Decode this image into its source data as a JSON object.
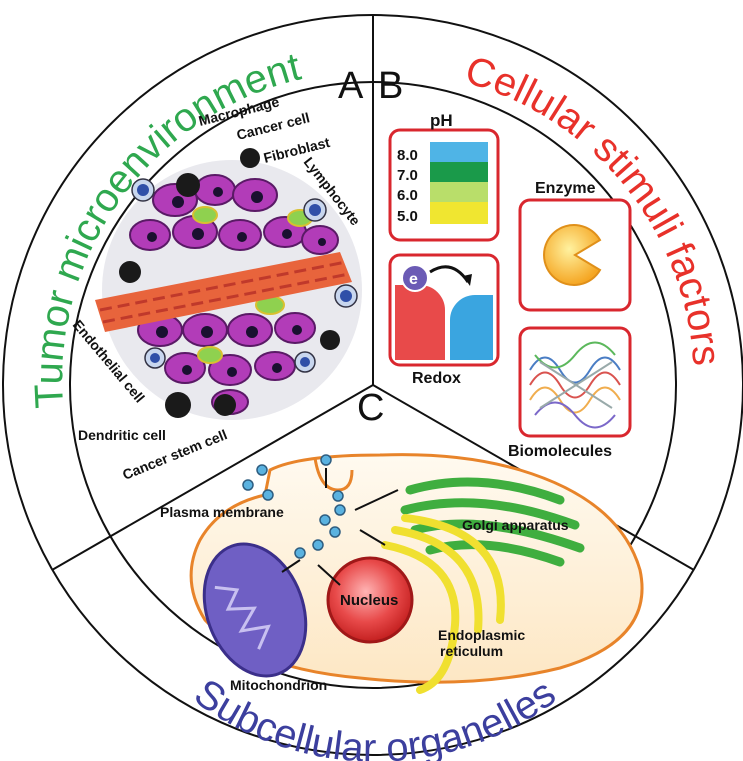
{
  "colors": {
    "green_title": "#2fa84f",
    "red_title": "#e8312a",
    "blue_title": "#3c3f9e",
    "box_border": "#d9272e",
    "vessel": "#e8643c",
    "cell": "#b23cb8"
  },
  "sections": {
    "tumor": {
      "letter": "A",
      "title": "Tumor microenvironment"
    },
    "cellular": {
      "letter": "B",
      "title": "Cellular stimuli factors"
    },
    "subcellular": {
      "letter": "C",
      "title": "Subcellular organelles"
    }
  },
  "tumor_labels": {
    "macrophage": "Macrophage",
    "cancer_cell": "Cancer cell",
    "fibroblast": "Fibroblast",
    "lymphocyte": "Lymphocyte",
    "endothelial": "Endothelial cell",
    "dendritic": "Dendritic cell",
    "stem": "Cancer stem cell"
  },
  "stimuli": {
    "ph_title": "pH",
    "ph_levels": [
      {
        "label": "8.0",
        "color": "#4fb4e6"
      },
      {
        "label": "7.0",
        "color": "#1a9a4a"
      },
      {
        "label": "6.0",
        "color": "#b9de6a"
      },
      {
        "label": "5.0",
        "color": "#f0e630"
      }
    ],
    "enzyme": "Enzyme",
    "redox": "Redox",
    "electron": "e",
    "biomolecules": "Biomolecules"
  },
  "organelles": {
    "plasma_membrane": "Plasma membrane",
    "golgi": "Golgi apparatus",
    "nucleus": "Nucleus",
    "er_line1": "Endoplasmic",
    "er_line2": "reticulum",
    "mitochondrion": "Mitochondrion"
  }
}
